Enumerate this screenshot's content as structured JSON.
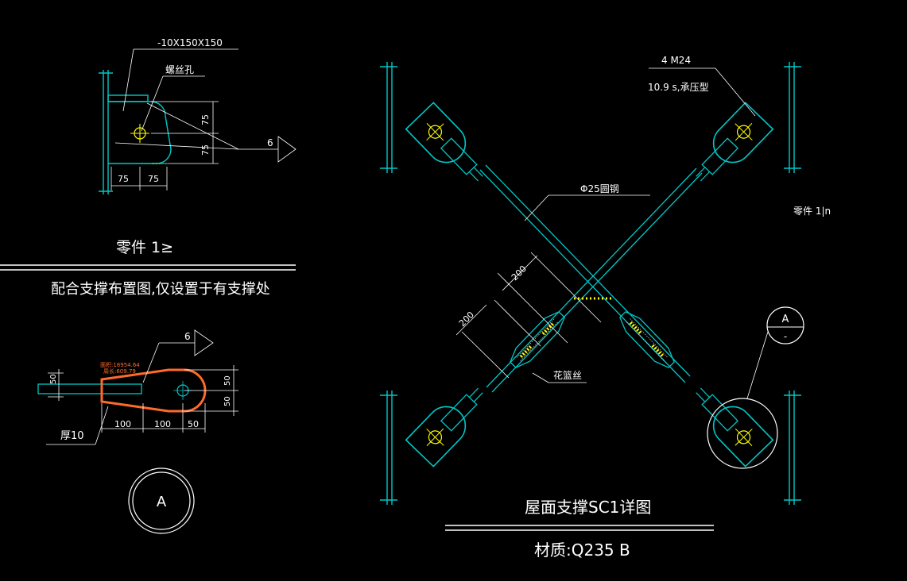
{
  "part1": {
    "plate_spec": "-10X150X150",
    "bolt_hole": "螺丝孔",
    "dim_a": "75",
    "dim_b": "75",
    "dim_c": "75",
    "dim_d": "75",
    "weld": "6",
    "title": "零件 1≥"
  },
  "note": "配合支撑布置图,仅设置于有支撑处",
  "part2": {
    "weld": "6",
    "area_text": "面积:18954.64",
    "perim_text": "周长:609.79",
    "d_left": "50",
    "d_r1": "50",
    "d_r2": "50",
    "d_100a": "100",
    "d_100b": "100",
    "d_50": "50",
    "thickness": "厚10"
  },
  "detail_bubble": "A",
  "main": {
    "bolt": "4 M24",
    "bolt_grade": "10.9 s,承压型",
    "rod": "Φ25圆钢",
    "part_ref": "零件 1|n",
    "dim_200a": "200",
    "dim_200b": "200",
    "turnbuckle": "花篮丝",
    "callout_top": "A",
    "callout_bottom": "-",
    "title": "屋面支撑SC1详图",
    "material": "材质:Q235 B"
  },
  "colors": {
    "background": "#000000",
    "line": "#00c8c8",
    "text": "#ffffff",
    "highlight": "#ffff00",
    "selection": "#ff6a2a"
  }
}
